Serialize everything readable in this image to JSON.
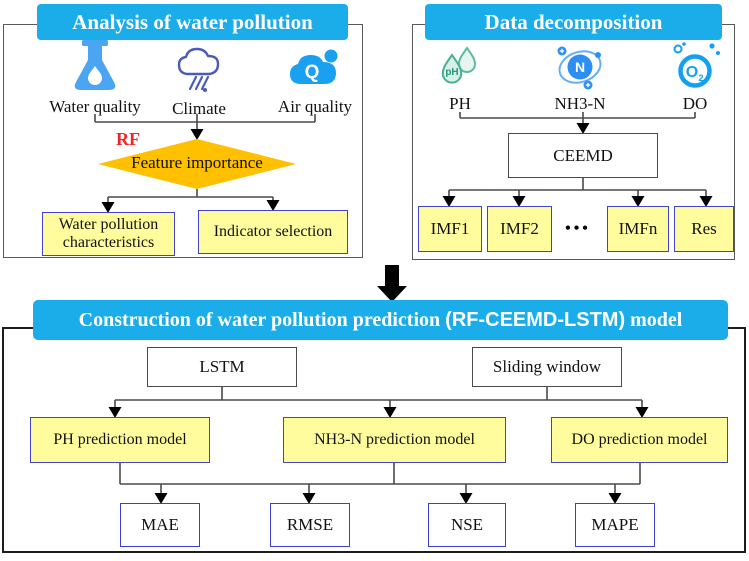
{
  "colors": {
    "header_bg": "#1bacea",
    "diamond": "#ffc000",
    "yellow_box": "#fffc9e",
    "blue_border": "#4343cb",
    "rf_red": "#f52525",
    "icon_blue": "#1aa0f0",
    "icon_teal": "#47b194"
  },
  "panel_analysis": {
    "title": "Analysis of water pollution",
    "sources": [
      {
        "label": "Water quality",
        "icon": "flask-icon"
      },
      {
        "label": "Climate",
        "icon": "rain-cloud-icon"
      },
      {
        "label": "Air quality",
        "icon": "air-quality-cloud-icon"
      }
    ],
    "rf_label": "RF",
    "diamond_label": "Feature importance",
    "outputs": [
      {
        "label": "Water pollution characteristics"
      },
      {
        "label": "Indicator selection"
      }
    ]
  },
  "panel_decomposition": {
    "title": "Data decomposition",
    "sources": [
      {
        "label": "PH",
        "icon": "ph-droplets-icon"
      },
      {
        "label": "NH3-N",
        "icon": "nh3n-molecule-icon"
      },
      {
        "label": "DO",
        "icon": "do-oxygen-icon"
      }
    ],
    "process": "CEEMD",
    "ellipsis": "•••",
    "outputs": [
      "IMF1",
      "IMF2",
      "IMFn",
      "Res"
    ]
  },
  "panel_construction": {
    "title_prefix": "Construction of water pollution prediction ",
    "title_acronym": "(RF-CEEMD-LSTM)",
    "title_suffix": " model",
    "methods": [
      "LSTM",
      "Sliding window"
    ],
    "models": [
      "PH prediction model",
      "NH3-N prediction model",
      "DO prediction model"
    ],
    "metrics": [
      "MAE",
      "RMSE",
      "NSE",
      "MAPE"
    ]
  }
}
